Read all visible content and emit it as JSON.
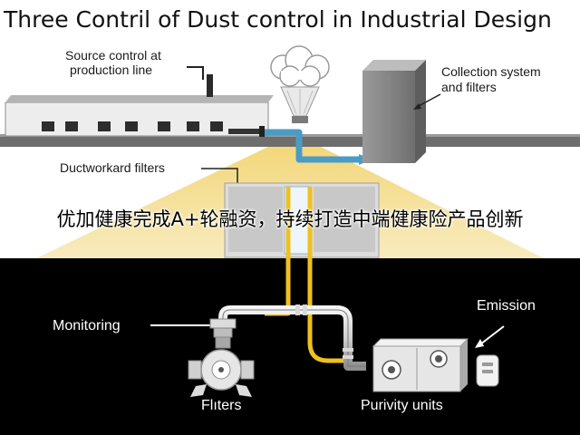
{
  "title": "Three Contril of Dust control in Industrial Design",
  "labels": {
    "source_control": [
      "Source control at",
      "production line"
    ],
    "collection_system": [
      "Collection system",
      "and filters"
    ],
    "ductwork_filters": "Ductworkard filters",
    "monitoring": "Monitoring",
    "emission": "Emission",
    "filters": "Flıters",
    "purivity_units": "Purivity units"
  },
  "overlay_caption": "优加健康完成A+轮融资，持续打造中端健康险产品创新",
  "colors": {
    "duct_blue": "#4a9cc4",
    "duct_yellow": "#f0c020",
    "light_cone": "#f6e3a0",
    "dark_background": "#000000",
    "building_gray": "#8f8f8f",
    "collector_gray": "#7d7d7d"
  }
}
